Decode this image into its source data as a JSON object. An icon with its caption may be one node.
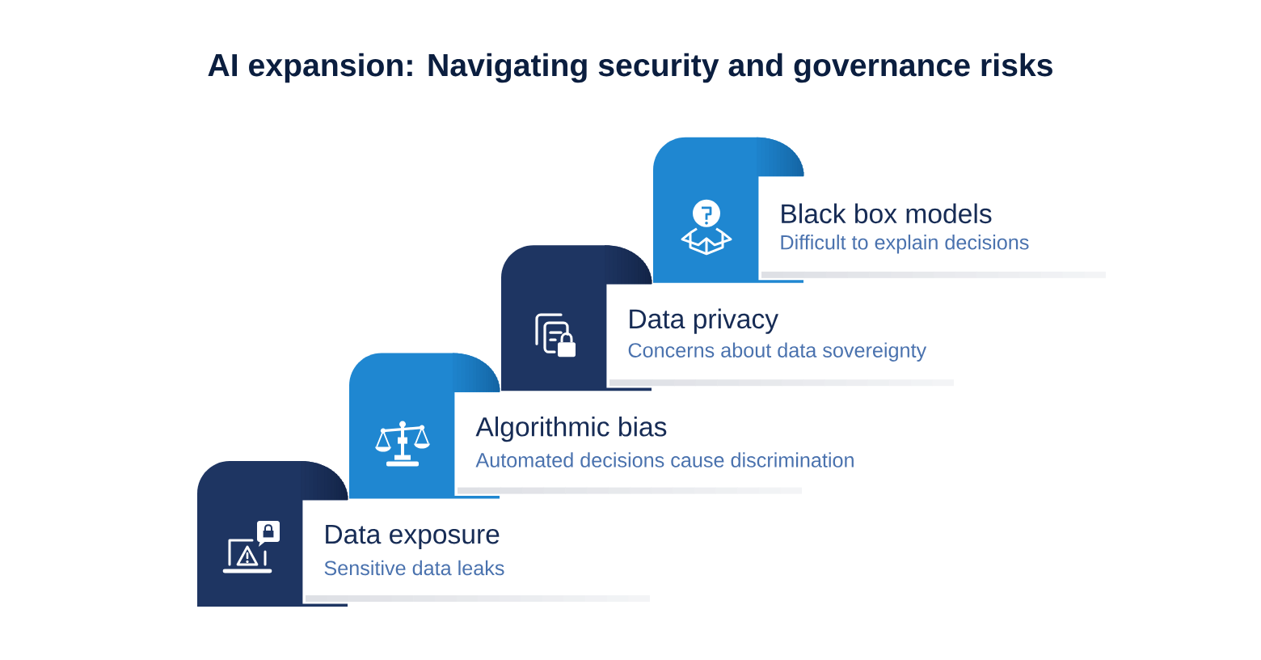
{
  "diagram": {
    "title": "AI expansion: Navigating security and governance risks",
    "nodes": [
      {
        "text": [
          "Data exposure",
          "Sensitive data leaks"
        ]
      },
      {
        "text": [
          "Algorithmic bias",
          "Automated decisions cause discrimination"
        ]
      },
      {
        "text": [
          "Data privacy",
          "Concerns about data sovereignty"
        ]
      },
      {
        "text": [
          "Black box models",
          "Difficult to explain decisions"
        ]
      }
    ]
  }
}
